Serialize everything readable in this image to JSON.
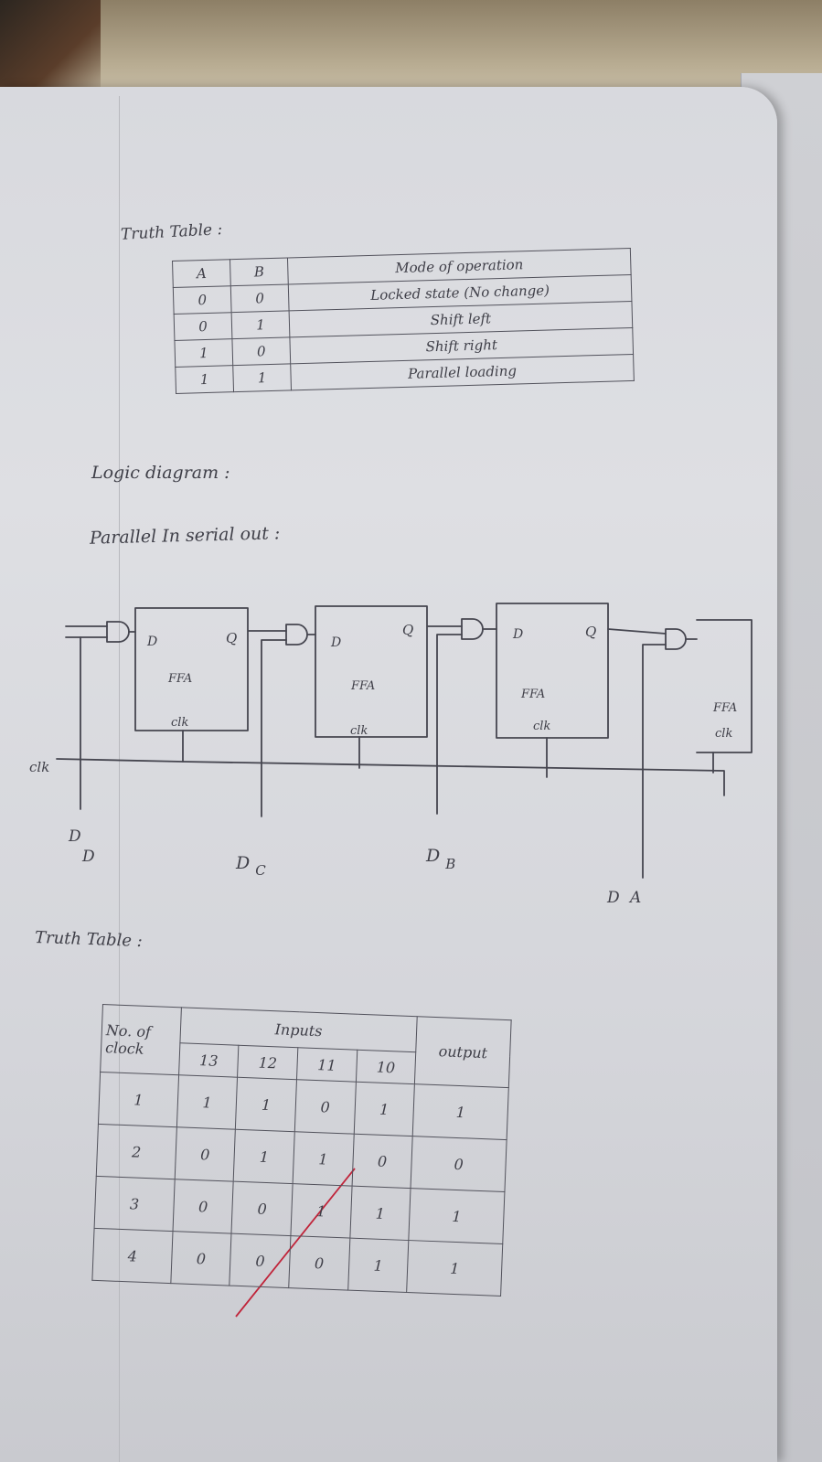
{
  "heading_truth_table_1": "Truth Table :",
  "mode_table": {
    "headers": [
      "A",
      "B",
      "Mode of operation"
    ],
    "rows": [
      [
        "0",
        "0",
        "Locked state (No change)"
      ],
      [
        "0",
        "1",
        "Shift left"
      ],
      [
        "1",
        "0",
        "Shift right"
      ],
      [
        "1",
        "1",
        "Parallel loading"
      ]
    ]
  },
  "heading_logic_diagram": "Logic diagram :",
  "heading_piso": "Parallel In serial out :",
  "diagram": {
    "ff_label": "FFA",
    "d_label": "D",
    "q_label": "Q",
    "clk_label": "clk",
    "clk_line_label": "clk",
    "inputs": [
      "D",
      "DC",
      "DB",
      "DA"
    ],
    "input_main": [
      "D",
      "D",
      "D",
      "D"
    ],
    "input_sub": [
      "",
      "C",
      "B",
      "A"
    ]
  },
  "heading_truth_table_2": "Truth Table :",
  "clock_table": {
    "col_clock": "No. of clock",
    "col_inputs": "Inputs",
    "col_output": "output",
    "input_headers": [
      "13",
      "12",
      "11",
      "10"
    ],
    "rows": [
      [
        "1",
        "1",
        "1",
        "0",
        "1",
        "1"
      ],
      [
        "2",
        "0",
        "1",
        "1",
        "0",
        "0"
      ],
      [
        "3",
        "0",
        "0",
        "1",
        "1",
        "1"
      ],
      [
        "4",
        "0",
        "0",
        "0",
        "1",
        "1"
      ]
    ]
  },
  "colors": {
    "ink": "#3f3f48",
    "red_pen": "#c0243a",
    "paper": "#dedfe3"
  }
}
